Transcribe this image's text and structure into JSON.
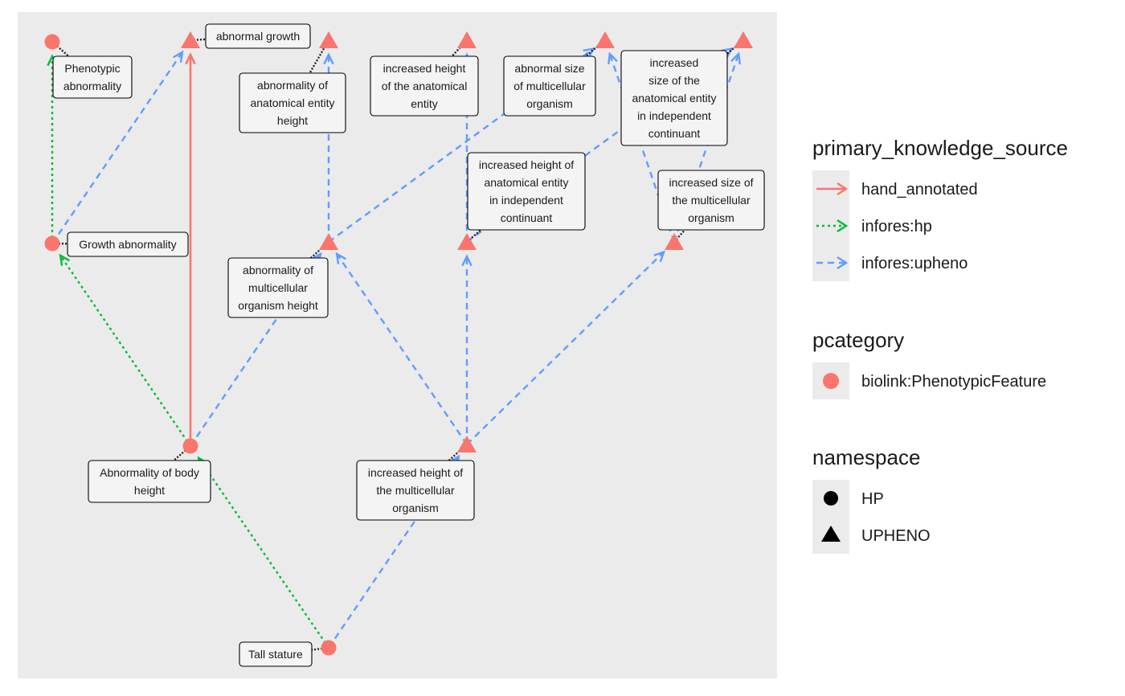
{
  "colors": {
    "panel_bg": "#ebebeb",
    "node_fill": "#f8766d",
    "hand_annotated": "#f8766d",
    "infores_hp": "#00ba38",
    "infores_upheno": "#619cff",
    "leader": "#222222"
  },
  "nodes": [
    {
      "id": "phenotypic_abnormality",
      "label": "Phenotypic abnormality",
      "namespace": "HP"
    },
    {
      "id": "growth_abnormality",
      "label": "Growth abnormality",
      "namespace": "HP"
    },
    {
      "id": "abnormality_of_body_height",
      "label": "Abnormality of body height",
      "namespace": "HP"
    },
    {
      "id": "tall_stature",
      "label": "Tall stature",
      "namespace": "HP"
    },
    {
      "id": "abnormal_growth",
      "label": "abnormal growth",
      "namespace": "UPHENO"
    },
    {
      "id": "abnormality_of_anatomical_entity_height",
      "label": "abnormality of anatomical entity height",
      "namespace": "UPHENO"
    },
    {
      "id": "increased_height_of_the_anatomical_entity",
      "label": "increased height of the anatomical entity",
      "namespace": "UPHENO"
    },
    {
      "id": "abnormal_size_of_multicellular_organism",
      "label": "abnormal size of multicellular organism",
      "namespace": "UPHENO"
    },
    {
      "id": "increased_size_of_anatomical_entity_ic",
      "label": "increased size of the anatomical entity in independent continuant",
      "namespace": "UPHENO"
    },
    {
      "id": "abnormality_of_multicellular_organism_height",
      "label": "abnormality of multicellular organism height",
      "namespace": "UPHENO"
    },
    {
      "id": "increased_height_of_anatomical_entity_ic",
      "label": "increased height of anatomical entity in independent continuant",
      "namespace": "UPHENO"
    },
    {
      "id": "increased_size_of_the_multicellular_organism",
      "label": "increased size of the multicellular organism",
      "namespace": "UPHENO"
    },
    {
      "id": "increased_height_of_the_multicellular_organism",
      "label": "increased height of the multicellular organism",
      "namespace": "UPHENO"
    }
  ],
  "edges": [
    {
      "from": "growth_abnormality",
      "to": "phenotypic_abnormality",
      "source": "infores:hp"
    },
    {
      "from": "abnormality_of_body_height",
      "to": "growth_abnormality",
      "source": "infores:hp"
    },
    {
      "from": "tall_stature",
      "to": "abnormality_of_body_height",
      "source": "infores:hp"
    },
    {
      "from": "abnormality_of_body_height",
      "to": "abnormal_growth",
      "source": "hand_annotated"
    },
    {
      "from": "growth_abnormality",
      "to": "abnormal_growth",
      "source": "infores:upheno"
    },
    {
      "from": "abnormality_of_body_height",
      "to": "abnormality_of_multicellular_organism_height",
      "source": "infores:upheno"
    },
    {
      "from": "abnormality_of_multicellular_organism_height",
      "to": "abnormality_of_anatomical_entity_height",
      "source": "infores:upheno"
    },
    {
      "from": "abnormality_of_multicellular_organism_height",
      "to": "abnormal_size_of_multicellular_organism",
      "source": "infores:upheno"
    },
    {
      "from": "tall_stature",
      "to": "increased_height_of_the_multicellular_organism",
      "source": "infores:upheno"
    },
    {
      "from": "increased_height_of_the_multicellular_organism",
      "to": "abnormality_of_multicellular_organism_height",
      "source": "infores:upheno"
    },
    {
      "from": "increased_height_of_the_multicellular_organism",
      "to": "increased_height_of_anatomical_entity_ic",
      "source": "infores:upheno"
    },
    {
      "from": "increased_height_of_the_multicellular_organism",
      "to": "increased_size_of_the_multicellular_organism",
      "source": "infores:upheno"
    },
    {
      "from": "increased_height_of_anatomical_entity_ic",
      "to": "increased_height_of_the_anatomical_entity",
      "source": "infores:upheno"
    },
    {
      "from": "increased_height_of_anatomical_entity_ic",
      "to": "increased_size_of_anatomical_entity_ic",
      "source": "infores:upheno"
    },
    {
      "from": "increased_size_of_the_multicellular_organism",
      "to": "abnormal_size_of_multicellular_organism",
      "source": "infores:upheno"
    },
    {
      "from": "increased_size_of_the_multicellular_organism",
      "to": "increased_size_of_anatomical_entity_ic",
      "source": "infores:upheno"
    }
  ],
  "legend": {
    "edge_title": "primary_knowledge_source",
    "edge_items": [
      "hand_annotated",
      "infores:hp",
      "infores:upheno"
    ],
    "pcategory_title": "pcategory",
    "pcategory_items": [
      "biolink:PhenotypicFeature"
    ],
    "namespace_title": "namespace",
    "namespace_items": [
      "HP",
      "UPHENO"
    ]
  }
}
